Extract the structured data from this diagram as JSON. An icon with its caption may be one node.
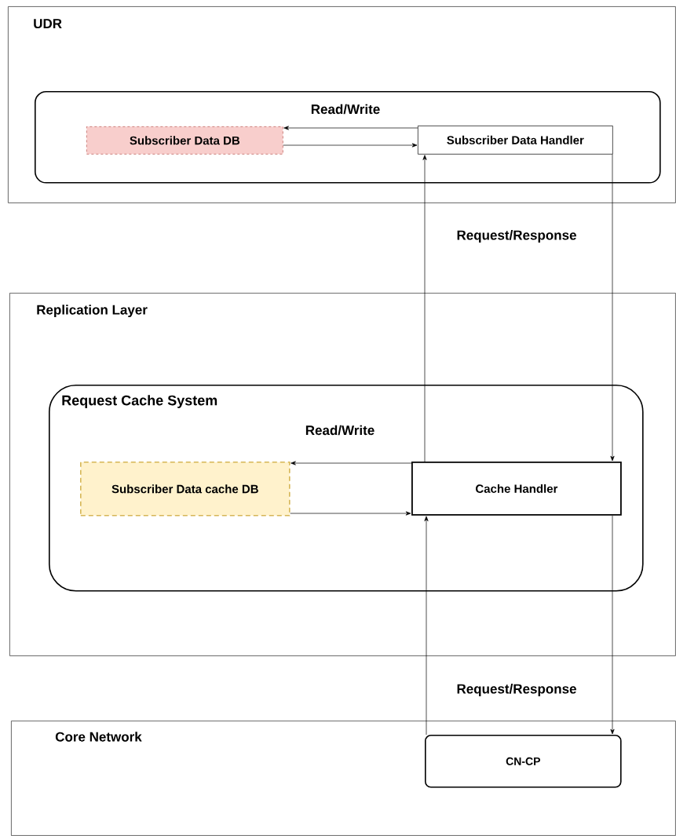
{
  "diagram": {
    "nodes": [
      {
        "text": [
          "UDR"
        ]
      },
      {
        "text": [],
        "shape": "box",
        "in": 0
      },
      {
        "text": [
          "Subscriber Data DB"
        ],
        "in": 1
      },
      {
        "text": [
          "Subscriber Data Handler"
        ],
        "in": 1
      },
      {
        "text": [
          "Replication Layer"
        ]
      },
      {
        "text": [
          "Request Cache System"
        ],
        "in": 4
      },
      {
        "text": [
          "Subscriber Data cache DB"
        ],
        "in": 5
      },
      {
        "text": [
          "Cache Handler"
        ],
        "in": 5
      },
      {
        "text": [
          "Core Network"
        ]
      },
      {
        "text": [
          "CN-CP"
        ],
        "in": 8
      }
    ],
    "edges": [
      {
        "from": 3,
        "to": 2,
        "arrow": "to",
        "label": "Read/Write"
      },
      {
        "from": 2,
        "to": 3,
        "arrow": "to"
      },
      {
        "from": 7,
        "to": 3,
        "arrow": "to",
        "label": "Request/Response"
      },
      {
        "from": 3,
        "to": 7,
        "arrow": "to"
      },
      {
        "from": 7,
        "to": 6,
        "arrow": "to",
        "label": "Read/Write"
      },
      {
        "from": 6,
        "to": 7,
        "arrow": "to"
      },
      {
        "from": 9,
        "to": 7,
        "arrow": "to",
        "label": "Request/Response"
      },
      {
        "from": 7,
        "to": 9,
        "arrow": "to"
      }
    ]
  }
}
